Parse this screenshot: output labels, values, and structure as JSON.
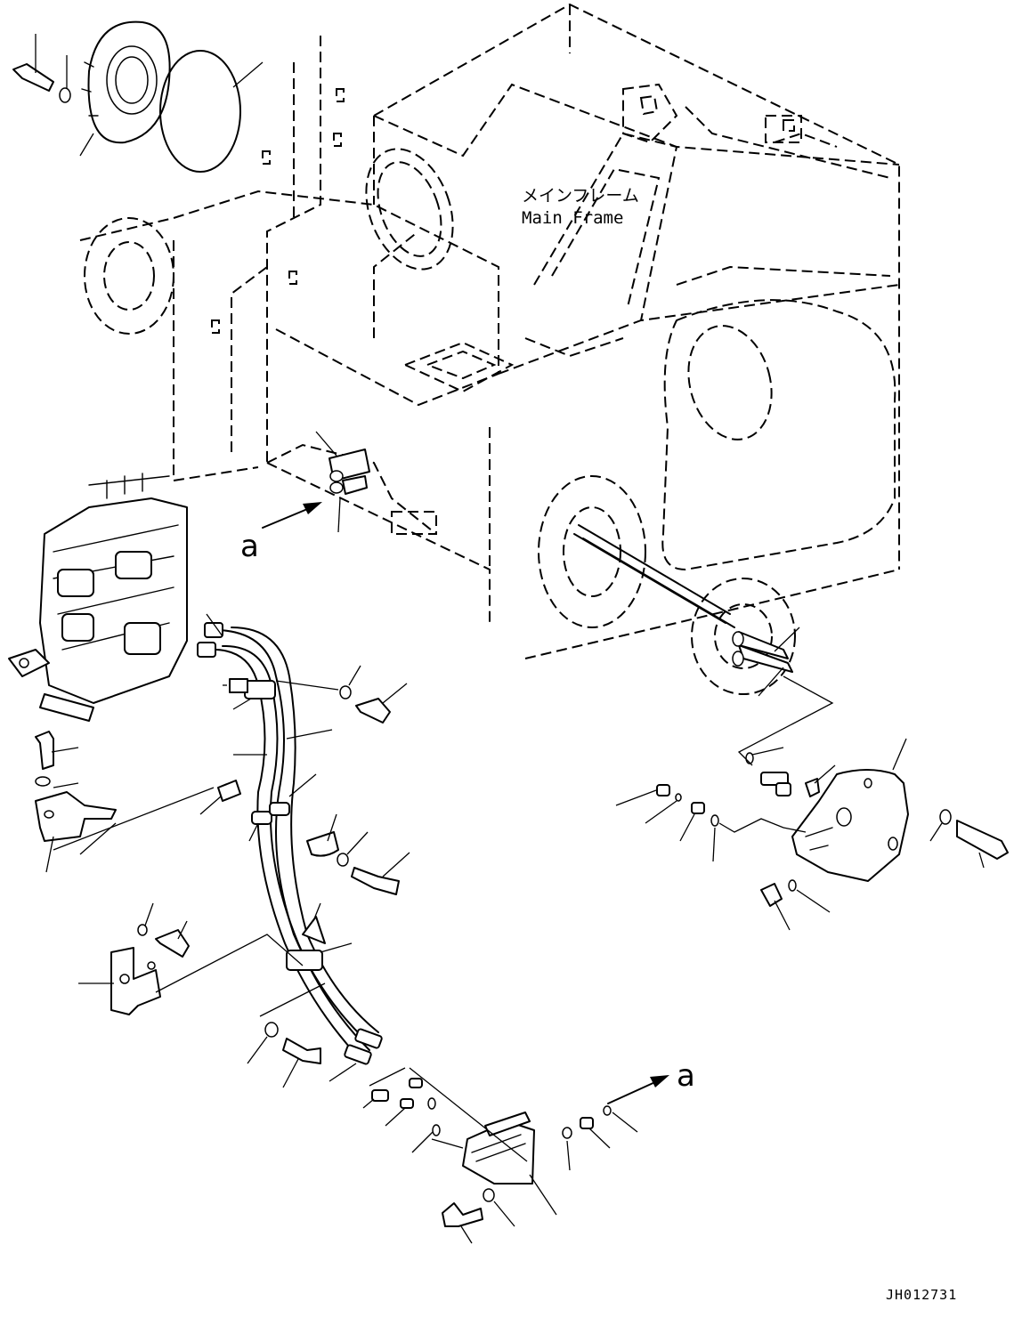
{
  "frame_label": {
    "japanese": "メインフレーム",
    "english": "Main Frame"
  },
  "view_arrow_label": "a",
  "drawing_code": "JH012731"
}
